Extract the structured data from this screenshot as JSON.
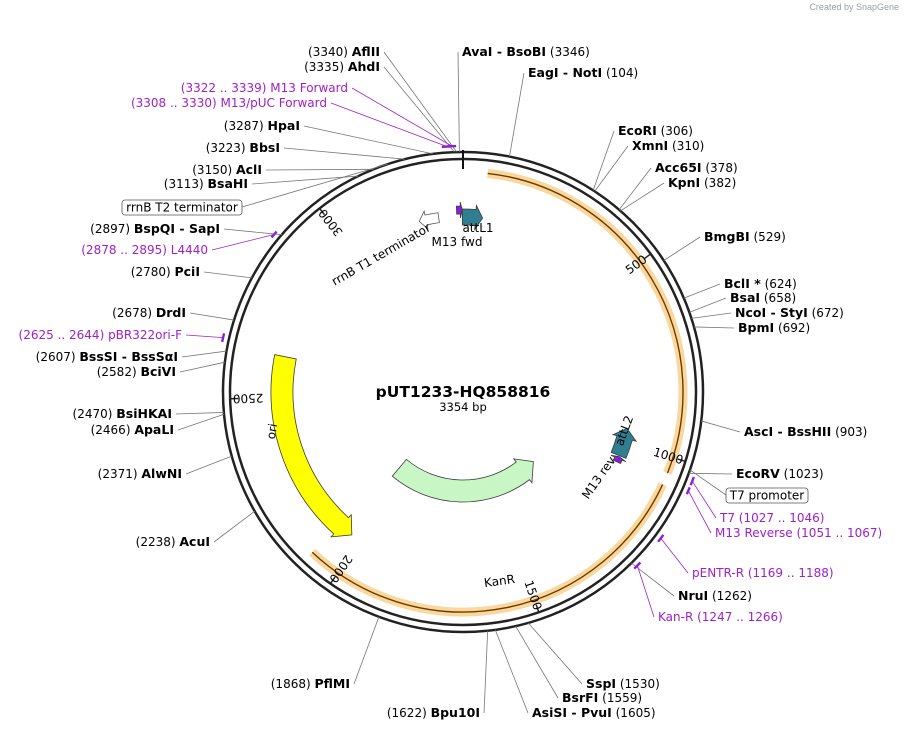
{
  "credit": "Created by SnapGene",
  "title": "pUT1233-HQ858816",
  "length_bp": 3354,
  "length_label": "3354 bp",
  "ticks": [
    {
      "pos": 500,
      "label": "500"
    },
    {
      "pos": 1000,
      "label": "1000"
    },
    {
      "pos": 1500,
      "label": "1500"
    },
    {
      "pos": 2000,
      "label": "2000"
    },
    {
      "pos": 2500,
      "label": "2500"
    },
    {
      "pos": 3000,
      "label": "3000"
    }
  ],
  "sites": [
    {
      "name": "AflII",
      "pos_label": "(3340)",
      "pos": 3340,
      "side": "left"
    },
    {
      "name": "AhdI",
      "pos_label": "(3335)",
      "pos": 3335,
      "side": "left"
    },
    {
      "name": "HpaI",
      "pos_label": "(3287)",
      "pos": 3287,
      "side": "left"
    },
    {
      "name": "BbsI",
      "pos_label": "(3223)",
      "pos": 3223,
      "side": "left"
    },
    {
      "name": "AclI",
      "pos_label": "(3150)",
      "pos": 3150,
      "side": "left"
    },
    {
      "name": "BsaHI",
      "pos_label": "(3113)",
      "pos": 3113,
      "side": "left"
    },
    {
      "name": "BspQI - SapI",
      "pos_label": "(2897)",
      "pos": 2897,
      "side": "left"
    },
    {
      "name": "PciI",
      "pos_label": "(2780)",
      "pos": 2780,
      "side": "left"
    },
    {
      "name": "DrdI",
      "pos_label": "(2678)",
      "pos": 2678,
      "side": "left"
    },
    {
      "name": "BssSI - BssSαI",
      "pos_label": "(2607)",
      "pos": 2607,
      "side": "left"
    },
    {
      "name": "BciVI",
      "pos_label": "(2582)",
      "pos": 2582,
      "side": "left"
    },
    {
      "name": "BsiHKAI",
      "pos_label": "(2470)",
      "pos": 2470,
      "side": "left"
    },
    {
      "name": "ApaLI",
      "pos_label": "(2466)",
      "pos": 2466,
      "side": "left"
    },
    {
      "name": "AlwNI",
      "pos_label": "(2371)",
      "pos": 2371,
      "side": "left"
    },
    {
      "name": "AcuI",
      "pos_label": "(2238)",
      "pos": 2238,
      "side": "left"
    },
    {
      "name": "PflMI",
      "pos_label": "(1868)",
      "pos": 1868,
      "side": "left"
    },
    {
      "name": "Bpu10I",
      "pos_label": "(1622)",
      "pos": 1622,
      "side": "left"
    },
    {
      "name": "AvaI - BsoBI",
      "pos_label": "(3346)",
      "pos": 3346,
      "side": "right"
    },
    {
      "name": "EagI - NotI",
      "pos_label": "(104)",
      "pos": 104,
      "side": "right"
    },
    {
      "name": "EcoRI",
      "pos_label": "(306)",
      "pos": 306,
      "side": "right"
    },
    {
      "name": "XmnI",
      "pos_label": "(310)",
      "pos": 310,
      "side": "right"
    },
    {
      "name": "Acc65I",
      "pos_label": "(378)",
      "pos": 378,
      "side": "right"
    },
    {
      "name": "KpnI",
      "pos_label": "(382)",
      "pos": 382,
      "side": "right"
    },
    {
      "name": "BmgBI",
      "pos_label": "(529)",
      "pos": 529,
      "side": "right"
    },
    {
      "name": "BclI *",
      "pos_label": "(624)",
      "pos": 624,
      "side": "right"
    },
    {
      "name": "BsaI",
      "pos_label": "(658)",
      "pos": 658,
      "side": "right"
    },
    {
      "name": "NcoI - StyI",
      "pos_label": "(672)",
      "pos": 672,
      "side": "right"
    },
    {
      "name": "BpmI",
      "pos_label": "(692)",
      "pos": 692,
      "side": "right"
    },
    {
      "name": "AscI - BssHII",
      "pos_label": "(903)",
      "pos": 903,
      "side": "right"
    },
    {
      "name": "EcoRV",
      "pos_label": "(1023)",
      "pos": 1023,
      "side": "right"
    },
    {
      "name": "NruI",
      "pos_label": "(1262)",
      "pos": 1262,
      "side": "right"
    },
    {
      "name": "SspI",
      "pos_label": "(1530)",
      "pos": 1530,
      "side": "right"
    },
    {
      "name": "BsrFI",
      "pos_label": "(1559)",
      "pos": 1559,
      "side": "right"
    },
    {
      "name": "AsiSI - PvuI",
      "pos_label": "(1605)",
      "pos": 1605,
      "side": "right"
    }
  ],
  "primers": [
    {
      "name": "M13 Forward",
      "range": "(3322 .. 3339)",
      "start": 3322,
      "end": 3339
    },
    {
      "name": "M13/pUC Forward",
      "range": "(3308 .. 3330)",
      "start": 3308,
      "end": 3330
    },
    {
      "name": "L4440",
      "range": "(2878 .. 2895)",
      "start": 2878,
      "end": 2895
    },
    {
      "name": "pBR322ori-F",
      "range": "(2625 .. 2644)",
      "start": 2625,
      "end": 2644
    },
    {
      "name": "T7",
      "range": "(1027 .. 1046)",
      "start": 1027,
      "end": 1046
    },
    {
      "name": "M13 Reverse",
      "range": "(1051 .. 1067)",
      "start": 1051,
      "end": 1067
    },
    {
      "name": "pENTR-R",
      "range": "(1169 .. 1188)",
      "start": 1169,
      "end": 1188
    },
    {
      "name": "Kan-R",
      "range": "(1247 .. 1266)",
      "start": 1247,
      "end": 1266
    }
  ],
  "boxed_labels": [
    {
      "name": "rrnB T2 terminator"
    },
    {
      "name": "T7 promoter"
    }
  ],
  "features": [
    {
      "name": "ori",
      "start": 2030,
      "end": 2620,
      "direction": "reverse",
      "color": "#ffff00"
    },
    {
      "name": "KanR",
      "start": 1255,
      "end": 2050,
      "direction": "reverse",
      "color": "#c8f7c5"
    },
    {
      "name": "attL1",
      "start": 3352,
      "end": 60,
      "direction": "forward",
      "color": "#2f7f90"
    },
    {
      "name": "attL2",
      "start": 955,
      "end": 1045,
      "direction": "reverse",
      "color": "#2f7f90"
    },
    {
      "name": "M13 fwd",
      "start": 3335,
      "end": 3352,
      "direction": "forward",
      "color": "#8b1fd8"
    },
    {
      "name": "M13 rev",
      "start": 1048,
      "end": 1066,
      "direction": "reverse",
      "color": "#8b1fd8"
    },
    {
      "name": "rrnB T1 terminator",
      "start": 3220,
      "end": 3280,
      "direction": "reverse",
      "color": "#ffffff"
    }
  ],
  "orf_arcs": [
    {
      "start": 60,
      "end": 1040,
      "color": "#f5a623"
    },
    {
      "start": 1070,
      "end": 2080,
      "color": "#f5a623"
    }
  ]
}
